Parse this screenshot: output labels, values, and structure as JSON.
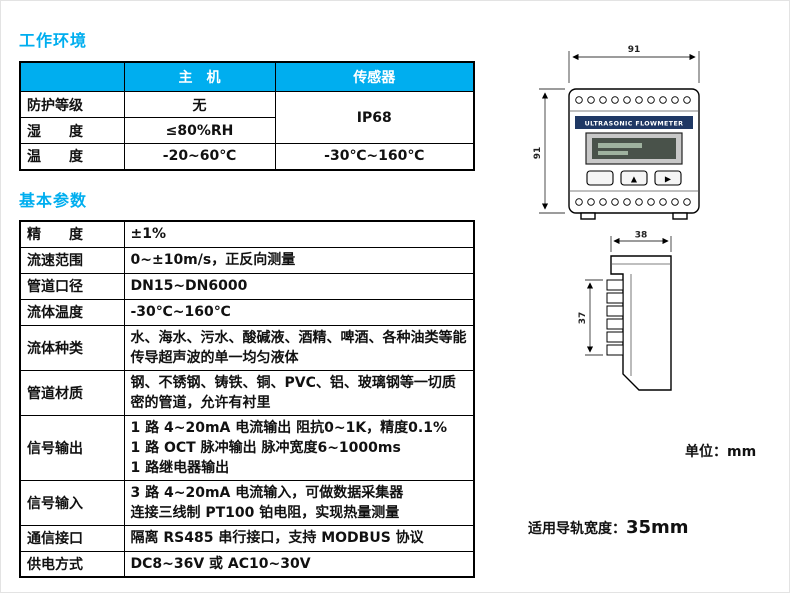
{
  "colors": {
    "accent": "#00aeef",
    "device_band": "#1f3864"
  },
  "sections": {
    "env": {
      "title": "工作环境"
    },
    "params": {
      "title": "基本参数"
    }
  },
  "env_table": {
    "col_main": "主　机",
    "col_sensor": "传感器",
    "rows": {
      "protection": {
        "label": "防护等级",
        "main": "无",
        "sensor": "IP68"
      },
      "humidity": {
        "label": "湿　　度",
        "main": "≤80%RH"
      },
      "temperature": {
        "label": "温　　度",
        "main": "-20~60℃",
        "sensor": "-30℃~160℃"
      }
    }
  },
  "params_table": {
    "rows": [
      {
        "label": "精　　度",
        "value": "±1%"
      },
      {
        "label": "流速范围",
        "value": "0~±10m/s，正反向测量"
      },
      {
        "label": "管道口径",
        "value": "DN15~DN6000"
      },
      {
        "label": "流体温度",
        "value": "-30℃~160℃"
      },
      {
        "label": "流体种类",
        "value": "水、海水、污水、酸碱液、酒精、啤酒、各种油类等能传导超声波的单一均匀液体"
      },
      {
        "label": "管道材质",
        "value": "钢、不锈钢、铸铁、铜、PVC、铝、玻璃钢等一切质密的管道，允许有衬里"
      },
      {
        "label": "信号输出",
        "value": "1 路 4~20mA 电流输出 阻抗0~1K，精度0.1%\n1 路 OCT 脉冲输出 脉冲宽度6~1000ms\n1 路继电器输出"
      },
      {
        "label": "信号输入",
        "value": "3 路 4~20mA 电流输入，可做数据采集器\n连接三线制 PT100 铂电阻，实现热量测量"
      },
      {
        "label": "通信接口",
        "value": "隔离 RS485 串行接口，支持 MODBUS 协议"
      },
      {
        "label": "供电方式",
        "value": "DC8~36V 或 AC10~30V"
      }
    ]
  },
  "drawing": {
    "front": {
      "width_dim": "91",
      "height_dim": "91",
      "brand": "ULTRASONIC FLOWMETER",
      "buttons": {
        "up": "▲",
        "enter": "▶"
      }
    },
    "side": {
      "width_dim": "38",
      "height_dim": "37"
    },
    "unit_label": "单位：mm",
    "rail_label_prefix": "适用导轨宽度：",
    "rail_label_value": "35mm"
  }
}
